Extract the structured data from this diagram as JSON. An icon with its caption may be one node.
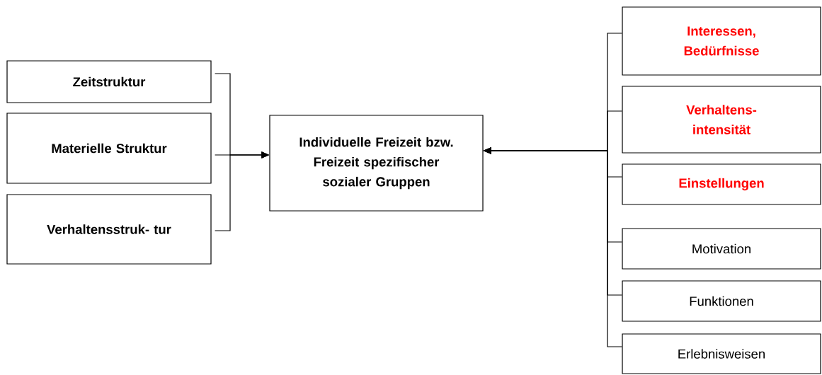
{
  "diagram": {
    "nodes": [
      {
        "text": [
          "Zeitstruktur"
        ]
      },
      {
        "text": [
          "Materielle Struktur"
        ]
      },
      {
        "text": [
          "Verhaltensstruk- tur"
        ]
      },
      {
        "text": [
          "Individuelle Freizeit bzw. Freizeit spezifischer sozialer Gruppen"
        ]
      },
      {
        "text": [
          "Interessen, Bedürfnisse"
        ]
      },
      {
        "text": [
          "Verhaltens- intensität"
        ]
      },
      {
        "text": [
          "Einstellungen"
        ]
      },
      {
        "text": [
          "Motivation"
        ]
      },
      {
        "text": [
          "Funktionen"
        ]
      },
      {
        "text": [
          "Erlebnisweisen"
        ]
      }
    ],
    "edges": [
      {
        "from": 0,
        "to": 3,
        "arrow": "to"
      },
      {
        "from": 1,
        "to": 3,
        "arrow": "to"
      },
      {
        "from": 2,
        "to": 3,
        "arrow": "to"
      },
      {
        "from": 4,
        "to": 3,
        "arrow": "to"
      },
      {
        "from": 5,
        "to": 3,
        "arrow": "to"
      },
      {
        "from": 6,
        "to": 3,
        "arrow": "to"
      },
      {
        "from": 7,
        "to": 3,
        "arrow": "to"
      },
      {
        "from": 8,
        "to": 3,
        "arrow": "to"
      },
      {
        "from": 9,
        "to": 3,
        "arrow": "to"
      }
    ]
  }
}
